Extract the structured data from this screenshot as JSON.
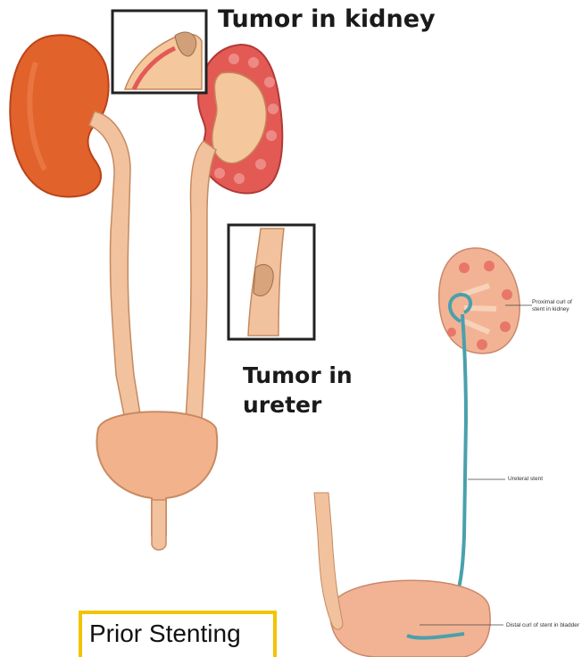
{
  "labels": {
    "tumor_kidney": "Tumor in kidney",
    "tumor_ureter_line1": "Tumor in",
    "tumor_ureter_line2": "ureter",
    "proximal_curl": "Proximal curl of stent in kidney",
    "ureteral_stent": "Ureteral stent",
    "distal_curl": "Distal curl of stent in bladder",
    "prior_stenting": "Prior Stenting"
  },
  "colors": {
    "kidney": "#e2622c",
    "kidney_dark": "#b9431a",
    "ureter": "#f1c29d",
    "bladder": "#f2b28b",
    "stent": "#4aa0ad",
    "highlight_border": "#f2c400"
  }
}
